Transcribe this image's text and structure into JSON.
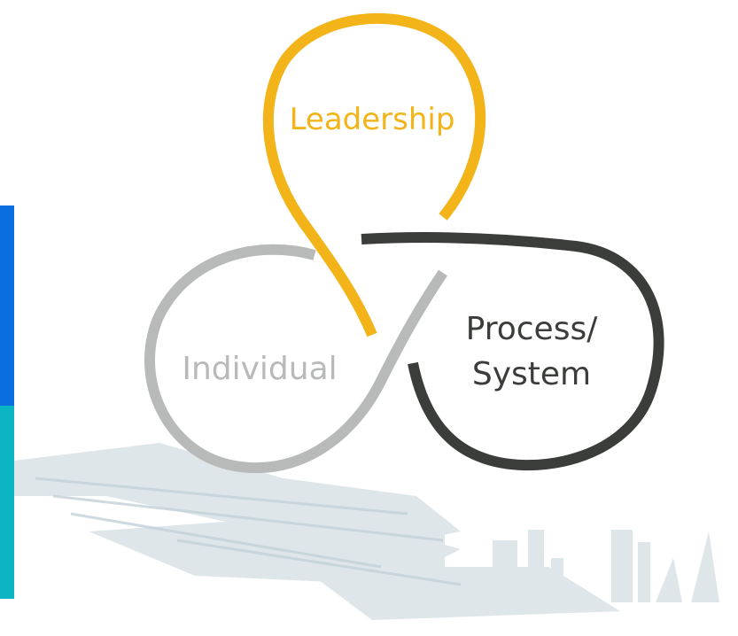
{
  "diagram": {
    "nodes": [
      {
        "id": "leadership",
        "label": "Leadership",
        "color": "#f2b418"
      },
      {
        "id": "individual",
        "label": "Individual",
        "color": "#b8b9b9"
      },
      {
        "id": "process_system",
        "label_line1": "Process/",
        "label_line2": "System",
        "color": "#3a3d39"
      }
    ],
    "accent_colors": {
      "bar_top": "#0a6ee0",
      "bar_bottom": "#0bb5c4",
      "backdrop": "#c9d6dc"
    }
  }
}
